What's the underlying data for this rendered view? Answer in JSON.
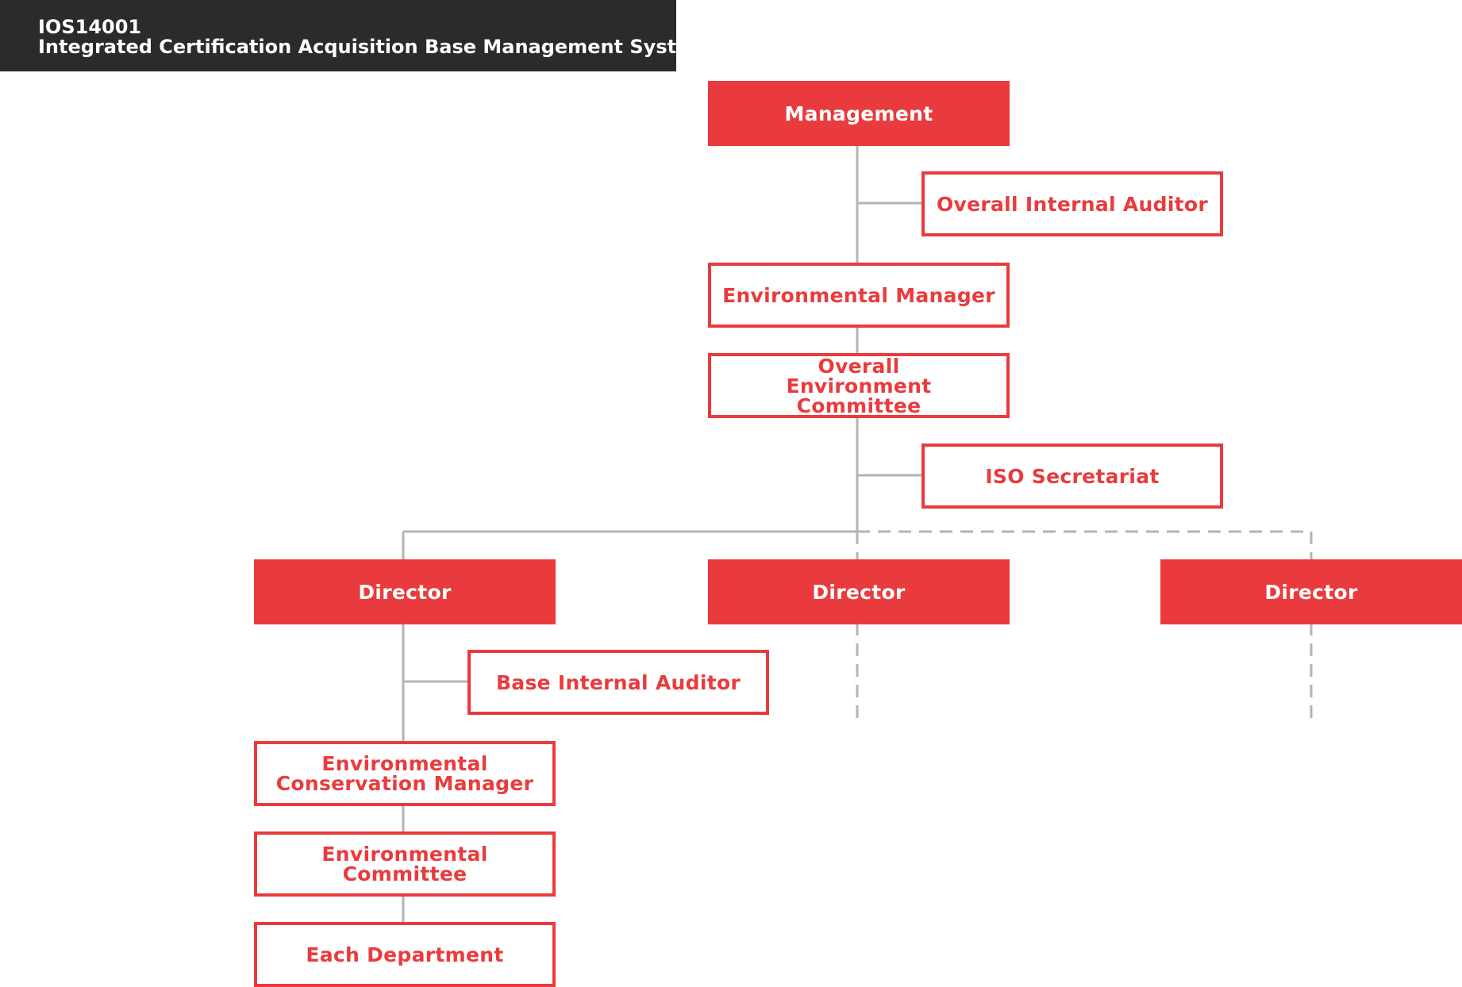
{
  "header": {
    "line1": "IOS14001",
    "line2": "Integrated Certification Acquisition Base Management System"
  },
  "nodes": {
    "management": "Management",
    "overall_internal_auditor": "Overall Internal Auditor",
    "environmental_manager": "Environmental Manager",
    "overall_environment_committee": "Overall Environment Committee",
    "iso_secretariat": "ISO Secretariat",
    "director_1": "Director",
    "director_2": "Director",
    "director_3": "Director",
    "base_internal_auditor": "Base Internal Auditor",
    "environmental_conservation_manager": "Environmental Conservation Manager",
    "environmental_committee": "Environmental Committee",
    "each_department": "Each Department"
  },
  "colors": {
    "accent": "#e93b3d",
    "header_bg": "#2b2b2b",
    "connector": "#b3b3b3"
  }
}
